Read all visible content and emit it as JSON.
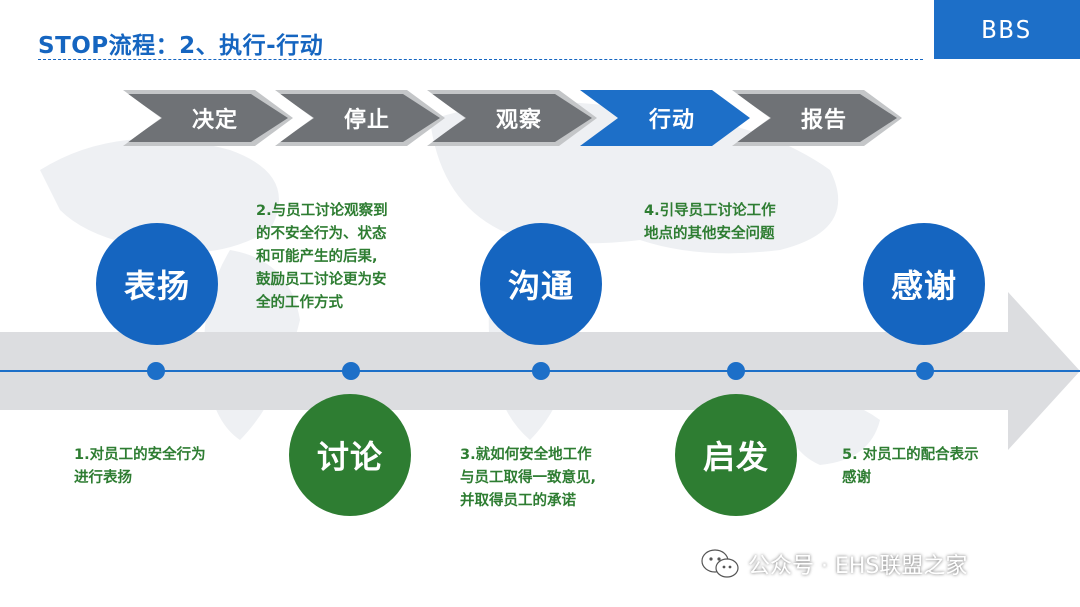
{
  "header": {
    "title": "STOP流程：2、执行-行动",
    "logo_text": "BBS"
  },
  "steps": [
    {
      "label": "决定",
      "active": false
    },
    {
      "label": "停止",
      "active": false
    },
    {
      "label": "观察",
      "active": false
    },
    {
      "label": "行动",
      "active": true
    },
    {
      "label": "报告",
      "active": false
    }
  ],
  "timeline": {
    "circles": [
      {
        "label": "表扬",
        "color": "blue"
      },
      {
        "label": "讨论",
        "color": "green"
      },
      {
        "label": "沟通",
        "color": "blue"
      },
      {
        "label": "启发",
        "color": "green"
      },
      {
        "label": "感谢",
        "color": "blue"
      }
    ],
    "notes": [
      [
        "1.对员工的安全行为",
        "进行表扬"
      ],
      [
        "2.与员工讨论观察到",
        "的不安全行为、状态",
        "和可能产生的后果,",
        "鼓励员工讨论更为安",
        "全的工作方式"
      ],
      [
        "3.就如何安全地工作",
        "与员工取得一致意见,",
        "并取得员工的承诺"
      ],
      [
        "4.引导员工讨论工作",
        "地点的其他安全问题"
      ],
      [
        "5. 对员工的配合表示",
        "感谢"
      ]
    ]
  },
  "watermark": {
    "text": "公众号 · EHS联盟之家",
    "icon": "wechat-icon"
  },
  "colors": {
    "blue": "#1565c0",
    "accent_blue": "#1d6fc8",
    "green": "#2e7d32",
    "step_inactive": "#6f7276",
    "band": "#dcdde0"
  }
}
